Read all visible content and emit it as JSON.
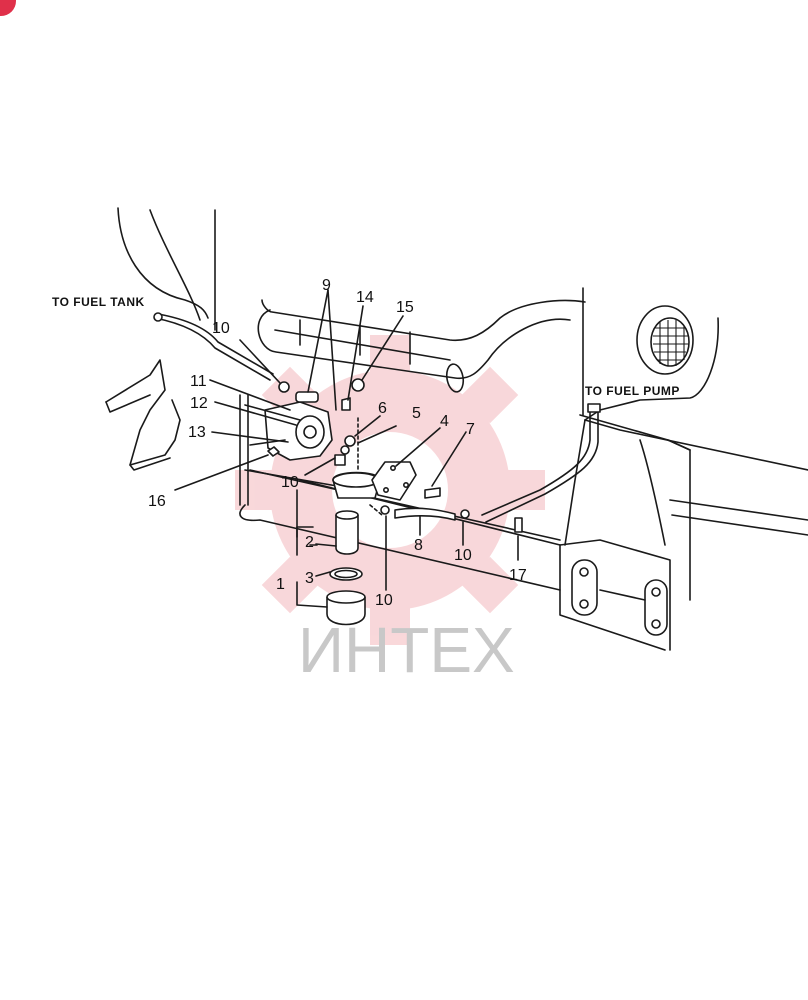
{
  "diagram": {
    "annotations": {
      "to_fuel_tank": "TO FUEL TANK",
      "to_fuel_pump": "TO FUEL PUMP"
    },
    "callouts": {
      "c1": "1",
      "c2": "2",
      "c3": "3",
      "c4": "4",
      "c5": "5",
      "c6": "6",
      "c7": "7",
      "c8": "8",
      "c9": "9",
      "c10a": "10",
      "c10b": "10",
      "c10c": "10",
      "c10d": "10",
      "c11": "11",
      "c12": "12",
      "c13": "13",
      "c14": "14",
      "c15": "15",
      "c16": "16",
      "c17": "17"
    },
    "watermark": "ИНТЕХ",
    "colors": {
      "ink": "#1a1a1a",
      "watermark_logo": "#f4b8bc",
      "watermark_text": "#c8c8c8",
      "badge": "#e0304a"
    }
  }
}
